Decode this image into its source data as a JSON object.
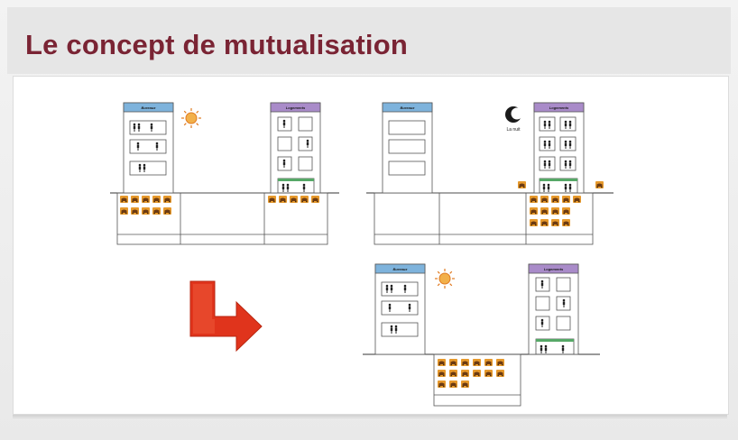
{
  "title": "Le concept de mutualisation",
  "labels": {
    "bureaux": "Bureaux",
    "logements": "Logements",
    "night": "La nuit"
  },
  "colors": {
    "title": "#7a2434",
    "bureaux_header": "#7eb3dc",
    "logements_header": "#a98bc9",
    "car": "#e6992c",
    "arrow": "#e0341c",
    "sun": "#e8a23a",
    "green_bar": "#56a867"
  },
  "icons": [
    "sun-icon",
    "moon-icon",
    "car-icon",
    "person-icon",
    "arrow-icon"
  ]
}
